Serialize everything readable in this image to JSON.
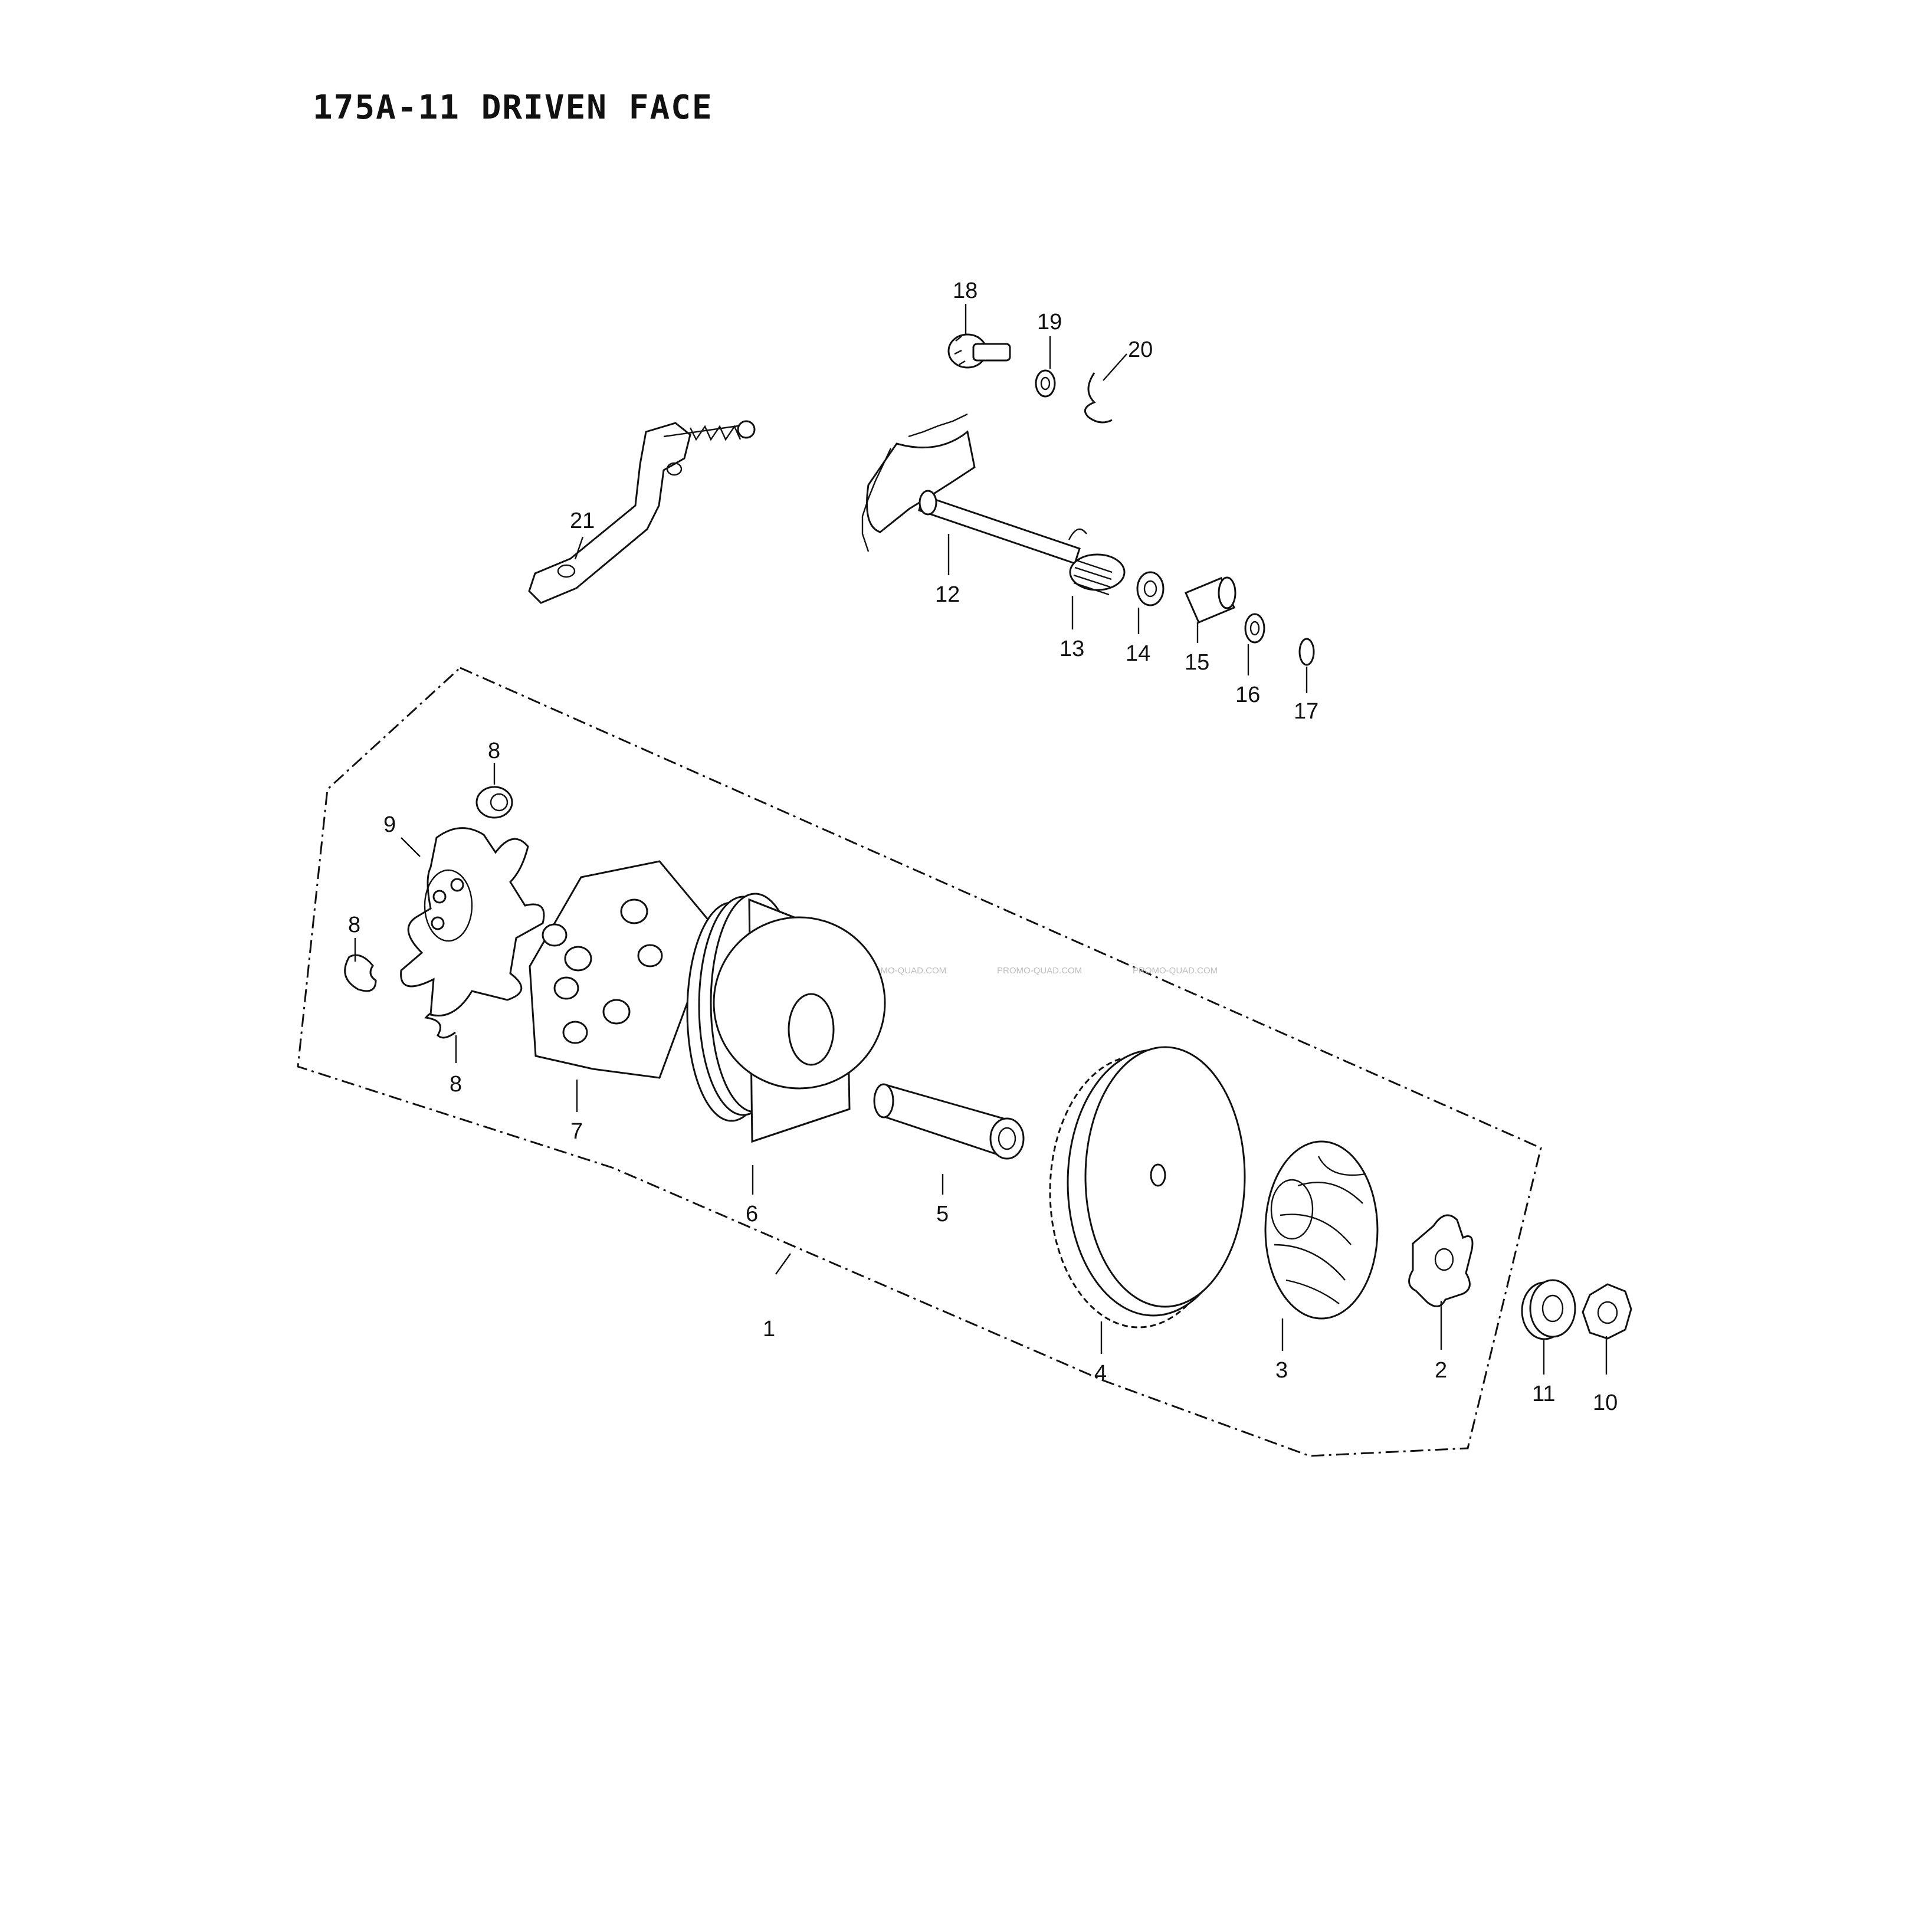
{
  "diagram": {
    "title": "175A-11 DRIVEN FACE",
    "watermark": "PROMO-QUAD.COM",
    "callouts": [
      "1",
      "2",
      "3",
      "4",
      "5",
      "6",
      "7",
      "8",
      "8",
      "8",
      "9",
      "10",
      "11",
      "12",
      "13",
      "14",
      "15",
      "16",
      "17",
      "18",
      "19",
      "20",
      "21"
    ]
  }
}
